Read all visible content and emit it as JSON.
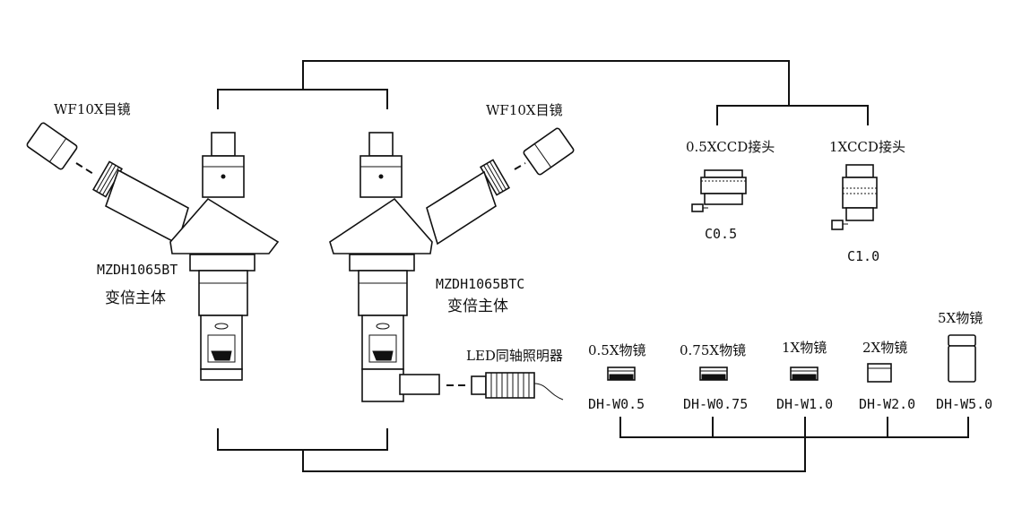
{
  "bodies": {
    "left": {
      "eyepiece": "WF10X目镜",
      "model": "MZDH1065BT",
      "name": "变倍主体"
    },
    "right": {
      "eyepiece": "WF10X目镜",
      "model": "MZDH1065BTC",
      "name": "变倍主体"
    }
  },
  "illuminator": {
    "label": "LED同轴照明器"
  },
  "ccd_adapters": [
    {
      "label": "0.5XCCD接头",
      "code": "C0.5"
    },
    {
      "label": "1XCCD接头",
      "code": "C1.0"
    }
  ],
  "objectives": [
    {
      "label": "0.5X物镜",
      "code": "DH-W0.5"
    },
    {
      "label": "0.75X物镜",
      "code": "DH-W0.75"
    },
    {
      "label": "1X物镜",
      "code": "DH-W1.0"
    },
    {
      "label": "2X物镜",
      "code": "DH-W2.0"
    },
    {
      "label": "5X物镜",
      "code": "DH-W5.0"
    }
  ]
}
